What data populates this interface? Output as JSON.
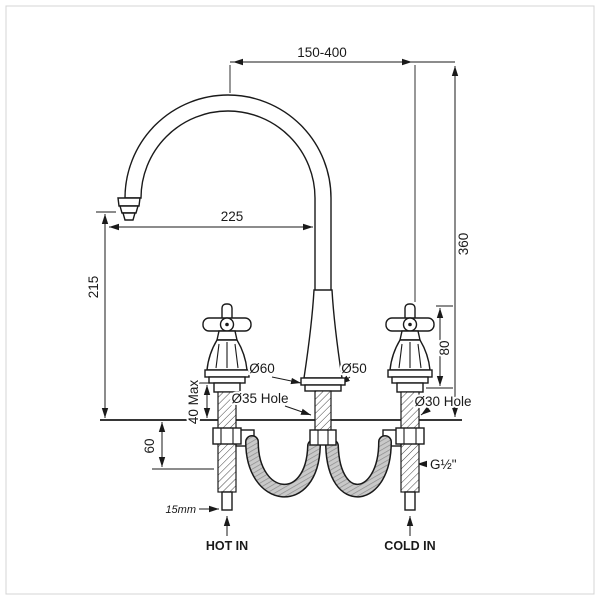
{
  "drawing": {
    "dimensions": {
      "top_range": "150-400",
      "overall_height": "360",
      "spout_reach": "225",
      "spout_height": "215",
      "handle_height": "80",
      "body_diameter": "Ø60",
      "spout_diameter": "Ø50",
      "center_hole": "Ø35 Hole",
      "side_hole": "Ø30 Hole",
      "max_deck_thickness": "40 Max",
      "below_deck": "60",
      "connection_thread": "G½\"",
      "supply_pipe": "15mm"
    },
    "labels": {
      "hot_inlet": "HOT IN",
      "cold_inlet": "COLD IN"
    },
    "colors": {
      "line": "#1a1a1a",
      "hose": "#c9c9c9",
      "background": "#ffffff"
    }
  }
}
